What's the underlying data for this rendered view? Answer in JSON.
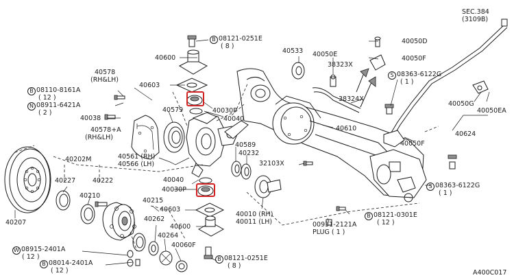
{
  "colors": {
    "line": "#1a1a1a",
    "highlight": "#d32020",
    "part_fill": "#ffffff",
    "shade": "#9a9a9a"
  },
  "labels": {
    "sec384": "SEC.384",
    "sec384_code": "(3109B)",
    "p40600_top": "40600",
    "b08121_0251e_top": "08121-0251E",
    "b08121_0251e_top_qty": "( 8 )",
    "p40533": "40533",
    "p40050e": "40050E",
    "p38323x": "38323X",
    "p40050d": "40050D",
    "p40050f_top": "40050F",
    "s08363_6122g_top": "08363-6122G",
    "s08363_6122g_top_qty": "( 1 )",
    "p40578": "40578",
    "p40578_rh": "(RH&LH)",
    "b08110_8161a": "08110-8161A",
    "b08110_8161a_qty": "( 12 )",
    "n08911_6421a": "08911-6421A",
    "n08911_6421a_qty": "( 2 )",
    "p40603_top": "40603",
    "p38324x": "38324X",
    "p40038": "40038",
    "p40579": "40579",
    "p40030p_top": "40030P",
    "p40040_top": "40040",
    "p40610": "40610",
    "p40050g": "40050G",
    "p40050ea": "40050EA",
    "p40578a": "40578+A",
    "p40578a_rh": "(RH&LH)",
    "p40624": "40624",
    "p40050f_mid": "40050F",
    "p40589": "40589",
    "p40232": "40232",
    "p40561": "40561 (RH)",
    "p40566": "40566 (LH)",
    "p40202m": "40202M",
    "p32103x": "32103X",
    "p40227": "40227",
    "p40222": "40222",
    "p40040_mid": "40040",
    "p40030p_mid": "40030P",
    "s08363_6122g_bot": "08363-6122G",
    "s08363_6122g_bot_qty": "( 1 )",
    "p40210": "40210",
    "p40215": "40215",
    "p40603_bot": "40603",
    "p40010": "40010 (RH)",
    "p40011": "40011 (LH)",
    "b08121_0301e": "08121-0301E",
    "b08121_0301e_qty": "( 12 )",
    "p40207": "40207",
    "p40262": "40262",
    "p40600_bot": "40600",
    "p00931": "00931-2121A",
    "p00931_plug": "PLUG ( 1 )",
    "p40264": "40264",
    "w08915_2401a": "08915-2401A",
    "w08915_2401a_qty": "( 12 )",
    "p40060f": "40060F",
    "b08014_2401a": "08014-2401A",
    "b08014_2401a_qty": "( 12 )",
    "b08121_0251e_bot": "08121-0251E",
    "b08121_0251e_bot_qty": "( 8 )",
    "fig_code": "A400C017"
  },
  "prefix": {
    "B": "B",
    "N": "N",
    "S": "S",
    "W": "W"
  }
}
